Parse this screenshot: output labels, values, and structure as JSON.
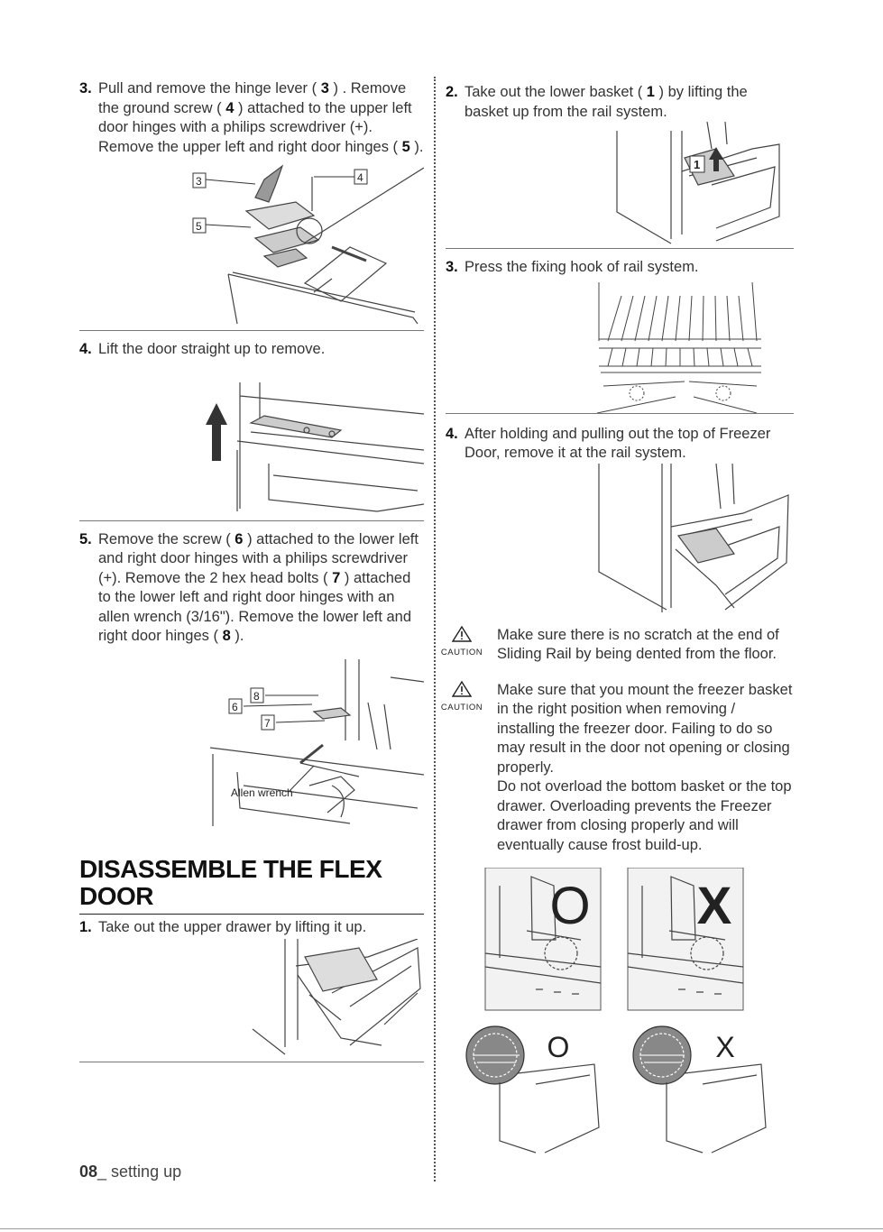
{
  "left": {
    "step3": {
      "num": "3.",
      "t1": "Pull and remove the hinge lever ( ",
      "b1": "3",
      "t2": " ) . Remove the ground screw ( ",
      "b2": "4",
      "t3": " ) attached to the upper left door hinges with a philips screwdriver (+). Remove the upper left and right door hinges ( ",
      "b3": "5",
      "t4": " )."
    },
    "fig3_labels": [
      "3",
      "4",
      "5"
    ],
    "step4": {
      "num": "4.",
      "text": "Lift the door straight up to remove."
    },
    "step5": {
      "num": "5.",
      "t1": "Remove the screw ( ",
      "b1": "6",
      "t2": " ) attached to the lower left and right door hinges with a philips screwdriver (+). Remove the 2 hex head bolts ( ",
      "b2": "7",
      "t3": " ) attached to the lower left and right door hinges with an allen wrench (3/16\"). Remove the lower left and right door hinges ( ",
      "b3": "8",
      "t4": " )."
    },
    "fig5_labels": [
      "8",
      "6",
      "7"
    ],
    "fig5_caption": "Allen wrench",
    "section_title": "DISASSEMBLE THE FLEX DOOR",
    "flex_step1": {
      "num": "1.",
      "text": "Take out the upper drawer by lifting it up."
    }
  },
  "right": {
    "step2": {
      "num": "2.",
      "t1": "Take out the lower basket ( ",
      "b1": "1",
      "t2": " ) by lifting the basket up from the rail system."
    },
    "fig2_label": "1",
    "step3": {
      "num": "3.",
      "text": "Press the fixing hook of rail system."
    },
    "step4": {
      "num": "4.",
      "text": "After holding and pulling out the top of Freezer Door, remove it at the rail system."
    },
    "caution1": {
      "label": "CAUTION",
      "text": "Make sure there is no scratch at the end of Sliding Rail by being dented from the floor."
    },
    "caution2": {
      "label": "CAUTION",
      "text1": "Make sure that you mount the freezer basket in the right position when removing / installing the freezer door. Failing to do so may result in the door not opening or closing properly.",
      "text2": "Do not overload the bottom basket or the top drawer. Overloading prevents the Freezer drawer from closing properly and will eventually cause frost build-up."
    },
    "marks": {
      "ok": "O",
      "ng": "X"
    }
  },
  "footer": {
    "page_num": "08",
    "label": "_ setting up"
  },
  "icons": [
    "caution-triangle-icon",
    "up-arrow-icon"
  ]
}
